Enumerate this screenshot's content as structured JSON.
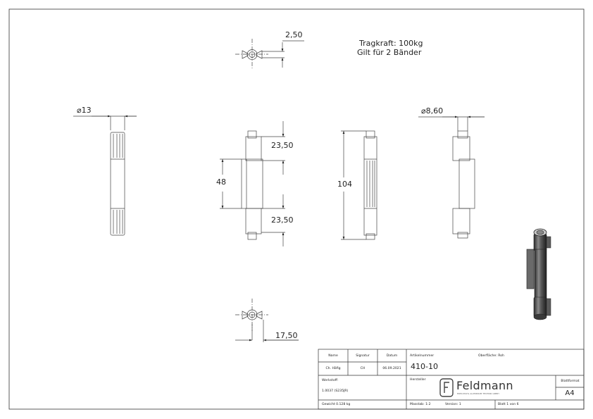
{
  "notes": {
    "load": "Tragkraft: 100kg",
    "pair": "Gilt für 2 Bänder"
  },
  "dimensions": {
    "wing_thickness": "2,50",
    "diameter_pin": "13",
    "diameter_knuckle": "8,60",
    "segment_top": "23,50",
    "segment_bottom": "23,50",
    "middle_length": "48",
    "total_length": "104",
    "bottom_offset": "17,50"
  },
  "title_block": {
    "headers": {
      "name": "Name",
      "signature": "Signatur",
      "date": "Datum"
    },
    "row": {
      "name": "Ch. Häfig",
      "signature": "CH",
      "date": "06.09.2021"
    },
    "article_label": "Artikelnummer",
    "article_number": "410-10",
    "surface": "Oberfläche: Roh",
    "material_label": "Werkstoff:",
    "material_value": "1.0037 (S235JR)",
    "manufacturer_label": "Hersteller",
    "logo_name": "Feldmann",
    "logo_tagline": "EDELSTAHL ALUMINIUM TECHNIK GMBH",
    "format_label": "Blattformat",
    "format_value": "A4",
    "weight": "Gewicht 0.128 kg",
    "scale": "Masstab: 1:2",
    "version": "Version: 1",
    "sheet": "Blatt 1 von 6"
  }
}
